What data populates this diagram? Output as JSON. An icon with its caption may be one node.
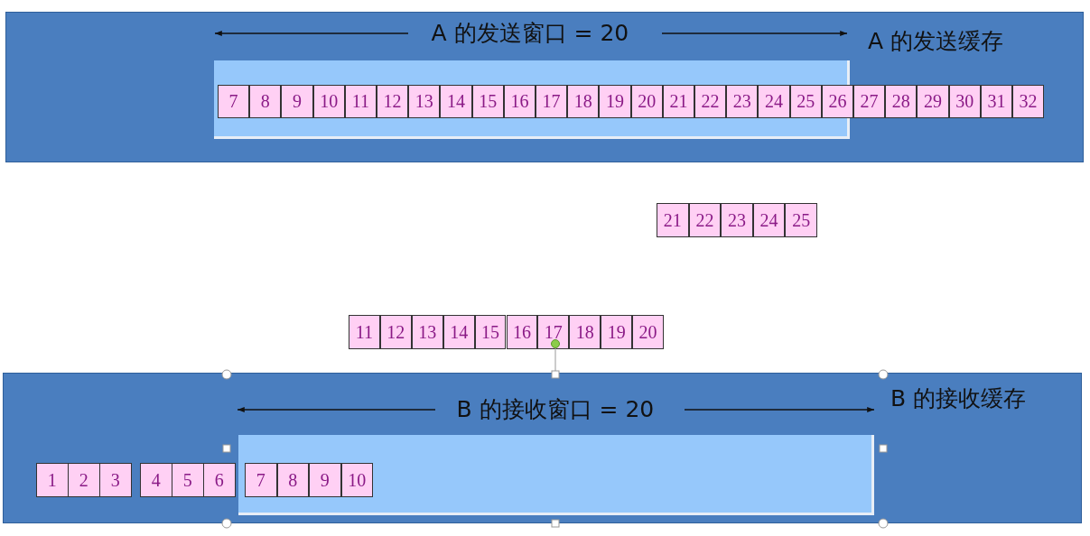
{
  "diagram": {
    "nodes": [
      {
        "text": [
          "A 的发送缓存"
        ]
      },
      {
        "text": [],
        "shape": "box",
        "in": 0
      },
      {
        "text": [
          "7"
        ],
        "in": 1
      },
      {
        "text": [
          "8"
        ],
        "in": 1
      },
      {
        "text": [
          "9"
        ],
        "in": 1
      },
      {
        "text": [
          "10"
        ],
        "in": 1
      },
      {
        "text": [
          "11"
        ],
        "in": 1
      },
      {
        "text": [
          "12"
        ],
        "in": 1
      },
      {
        "text": [
          "13"
        ],
        "in": 1
      },
      {
        "text": [
          "14"
        ],
        "in": 1
      },
      {
        "text": [
          "15"
        ],
        "in": 1
      },
      {
        "text": [
          "16"
        ],
        "in": 1
      },
      {
        "text": [
          "17"
        ],
        "in": 1
      },
      {
        "text": [
          "18"
        ],
        "in": 1
      },
      {
        "text": [
          "19"
        ],
        "in": 1
      },
      {
        "text": [
          "20"
        ],
        "in": 1
      },
      {
        "text": [
          "21"
        ],
        "in": 1
      },
      {
        "text": [
          "22"
        ],
        "in": 1
      },
      {
        "text": [
          "23"
        ],
        "in": 1
      },
      {
        "text": [
          "24"
        ],
        "in": 1
      },
      {
        "text": [
          "25"
        ],
        "in": 1
      },
      {
        "text": [
          "26"
        ],
        "in": 1
      },
      {
        "text": [
          "27"
        ],
        "in": 0
      },
      {
        "text": [
          "28"
        ],
        "in": 0
      },
      {
        "text": [
          "29"
        ],
        "in": 0
      },
      {
        "text": [
          "30"
        ],
        "in": 0
      },
      {
        "text": [
          "31"
        ],
        "in": 0
      },
      {
        "text": [
          "32"
        ],
        "in": 0
      },
      {
        "text": [
          "21"
        ]
      },
      {
        "text": [
          "22"
        ]
      },
      {
        "text": [
          "23"
        ]
      },
      {
        "text": [
          "24"
        ]
      },
      {
        "text": [
          "25"
        ]
      },
      {
        "text": [
          "11"
        ]
      },
      {
        "text": [
          "12"
        ]
      },
      {
        "text": [
          "13"
        ]
      },
      {
        "text": [
          "14"
        ]
      },
      {
        "text": [
          "15"
        ]
      },
      {
        "text": [
          "16"
        ]
      },
      {
        "text": [
          "17"
        ]
      },
      {
        "text": [
          "18"
        ]
      },
      {
        "text": [
          "19"
        ]
      },
      {
        "text": [
          "20"
        ]
      },
      {
        "text": [
          "B 的接收缓存"
        ]
      },
      {
        "text": [],
        "shape": "box",
        "in": 43
      },
      {
        "text": [
          "1"
        ],
        "in": 43
      },
      {
        "text": [
          "2"
        ],
        "in": 43
      },
      {
        "text": [
          "3"
        ],
        "in": 43
      },
      {
        "text": [
          "4"
        ],
        "in": 43
      },
      {
        "text": [
          "5"
        ],
        "in": 43
      },
      {
        "text": [
          "6"
        ],
        "in": 43
      },
      {
        "text": [
          "7"
        ],
        "in": 44
      },
      {
        "text": [
          "8"
        ],
        "in": 44
      },
      {
        "text": [
          "9"
        ],
        "in": 44
      },
      {
        "text": [
          "10"
        ],
        "in": 44
      }
    ],
    "labels": [
      "A 的发送窗口 = 20",
      "B 的接收窗口 = 20"
    ]
  }
}
